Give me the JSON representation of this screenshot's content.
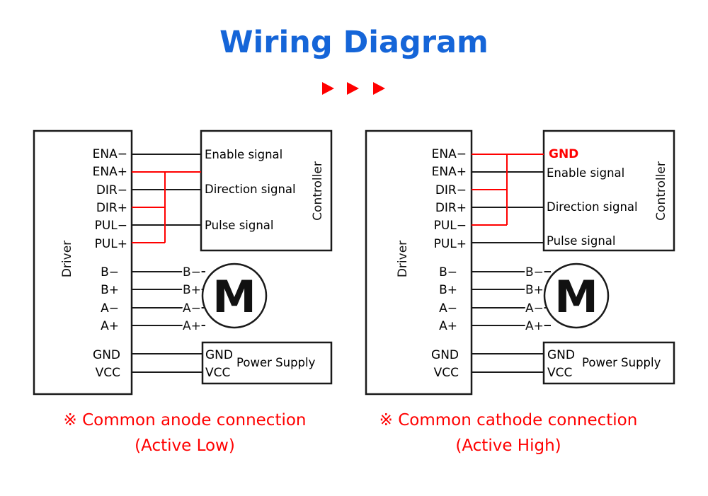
{
  "title": "Wiring Diagram",
  "colors": {
    "title": "#1565d8",
    "red": "#ff0000",
    "line": "#1a1a1a"
  },
  "panels": [
    {
      "driver_label": "Driver",
      "driver_pins": [
        "ENA−",
        "ENA+",
        "DIR−",
        "DIR+",
        "PUL−",
        "PUL+"
      ],
      "motor_pins_driver": [
        "B−",
        "B+",
        "A−",
        "A+"
      ],
      "motor_pins_motor": [
        "B−",
        "B+",
        "A−",
        "A+"
      ],
      "motor_label": "M",
      "power_pins_driver": [
        "GND",
        "VCC"
      ],
      "power_pins_supply": [
        "GND",
        "VCC"
      ],
      "power_label": "Power Supply",
      "controller_label": "Controller",
      "controller_signals": [
        "Enable signal",
        "Direction signal",
        "Pulse signal"
      ],
      "caption_line1": "※ Common anode connection",
      "caption_line2": "(Active Low)"
    },
    {
      "driver_label": "Driver",
      "driver_pins": [
        "ENA−",
        "ENA+",
        "DIR−",
        "DIR+",
        "PUL−",
        "PUL+"
      ],
      "motor_pins_driver": [
        "B−",
        "B+",
        "A−",
        "A+"
      ],
      "motor_pins_motor": [
        "B−",
        "B+",
        "A−",
        "A+"
      ],
      "motor_label": "M",
      "power_pins_driver": [
        "GND",
        "VCC"
      ],
      "power_pins_supply": [
        "GND",
        "VCC"
      ],
      "power_label": "Power Supply",
      "controller_label": "Controller",
      "controller_gnd": "GND",
      "controller_signals": [
        "Enable signal",
        "Direction signal",
        "Pulse signal"
      ],
      "caption_line1": "※ Common cathode connection",
      "caption_line2": "(Active High)"
    }
  ]
}
